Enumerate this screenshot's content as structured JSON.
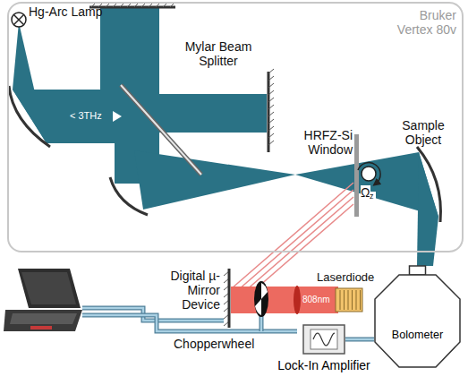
{
  "diagram": {
    "nodes": [
      {
        "text": [
          "Bruker Vertex 80v"
        ]
      },
      {
        "text": [
          "Lock-In Amplifier"
        ]
      },
      {
        "text": [
          "Bolometer"
        ]
      }
    ],
    "edges": [
      {
        "from": 1,
        "to": 2,
        "arrow": "none"
      }
    ],
    "labels": [
      "Hg-Arc Lamp",
      "Mylar Beam Splitter",
      "< 3THz",
      "HRFZ-Si Window",
      "Sample Object",
      "Ω",
      "z",
      "Digital µ-Mirror Device",
      "Laserdiode",
      "808nm",
      "Chopperwheel"
    ]
  }
}
